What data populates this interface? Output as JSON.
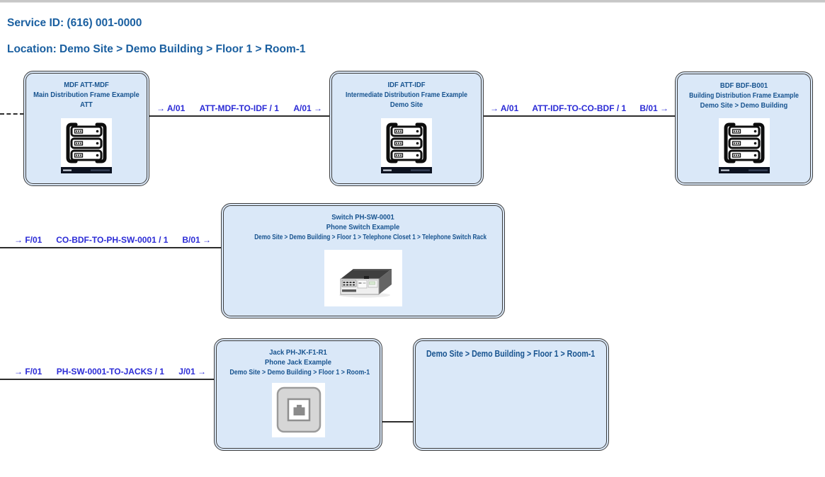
{
  "header": {
    "service_id": "Service ID: (616) 001-0000",
    "location": "Location: Demo Site > Demo Building > Floor 1 > Room-1"
  },
  "nodes": {
    "mdf": {
      "line1": "MDF ATT-MDF",
      "line2": "Main Distribution Frame Example",
      "line3": "ATT",
      "icon": "rack-icon"
    },
    "idf": {
      "line1": "IDF ATT-IDF",
      "line2": "Intermediate Distribution Frame Example",
      "line3": "Demo Site",
      "icon": "rack-icon"
    },
    "bdf": {
      "line1": "BDF BDF-B001",
      "line2": "Building Distribution Frame Example",
      "line3": "Demo Site > Demo Building",
      "icon": "rack-icon"
    },
    "switch": {
      "line1": "Switch PH-SW-0001",
      "line2": "Phone Switch Example",
      "line3": "Demo Site > Demo Building > Floor 1 > Telephone Closet 1 > Telephone Switch Rack",
      "icon": "phone-switch-icon"
    },
    "jack": {
      "line1": "Jack PH-JK-F1-R1",
      "line2": "Phone Jack Example",
      "line3": "Demo Site > Demo Building > Floor 1 > Room-1",
      "icon": "phone-jack-icon"
    },
    "room": {
      "line1": "Demo Site > Demo Building > Floor 1 > Room-1"
    }
  },
  "connections": {
    "mdf_idf": {
      "left_port": "→ A/01",
      "cable": "ATT-MDF-TO-IDF / 1",
      "right_port": "A/01 →"
    },
    "idf_bdf": {
      "left_port": "→ A/01",
      "cable": "ATT-IDF-TO-CO-BDF / 1",
      "right_port": "B/01 →"
    },
    "bdf_switch": {
      "left_port": "→ F/01",
      "cable": "CO-BDF-TO-PH-SW-0001 / 1",
      "right_port": "B/01 →"
    },
    "switch_jack": {
      "left_port": "→ F/01",
      "cable": "PH-SW-0001-TO-JACKS / 1",
      "right_port": "J/01 →"
    }
  },
  "colors": {
    "header_text": "#1a5fa0",
    "node_text": "#17538f",
    "link_text": "#2b2bd6",
    "node_fill": "#dae8f8",
    "node_border": "#3d3d3d",
    "wire": "#2d2d2d",
    "top_divider": "#c7c7c7"
  }
}
